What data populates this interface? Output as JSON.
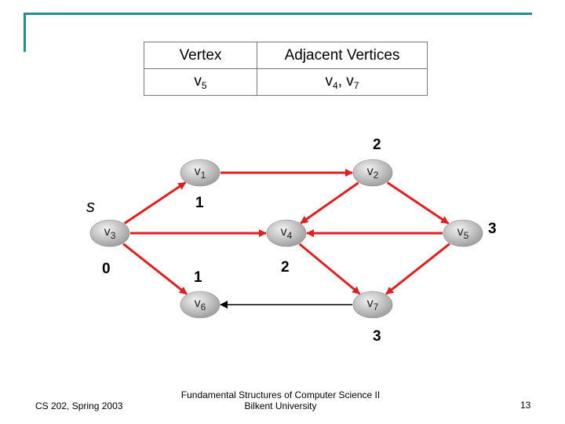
{
  "table": {
    "header": {
      "vertex": "Vertex",
      "adjacent": "Adjacent Vertices"
    },
    "row": {
      "vertex_base": "v",
      "vertex_sub": "5",
      "adj_a_base": "v",
      "adj_a_sub": "4",
      "adj_sep": ", ",
      "adj_b_base": "v",
      "adj_b_sub": "7"
    }
  },
  "graph": {
    "source_label": "s",
    "nodes": [
      {
        "id": "v1",
        "base": "v",
        "sub": "1"
      },
      {
        "id": "v2",
        "base": "v",
        "sub": "2"
      },
      {
        "id": "v3",
        "base": "v",
        "sub": "3"
      },
      {
        "id": "v4",
        "base": "v",
        "sub": "4"
      },
      {
        "id": "v5",
        "base": "v",
        "sub": "5"
      },
      {
        "id": "v6",
        "base": "v",
        "sub": "6"
      },
      {
        "id": "v7",
        "base": "v",
        "sub": "7"
      }
    ],
    "distances": {
      "v1": "1",
      "v2": "2",
      "v3": "0",
      "v4": "2",
      "v5": "3",
      "v6": "1",
      "v7": "3"
    },
    "edge_color_highlight": "#e02020",
    "edge_color_normal": "#000000",
    "node_fill": "#c8c8c8"
  },
  "footer": {
    "left": "CS 202, Spring 2003",
    "center_line1": "Fundamental Structures of Computer Science II",
    "center_line2": "Bilkent University",
    "page": "13"
  }
}
